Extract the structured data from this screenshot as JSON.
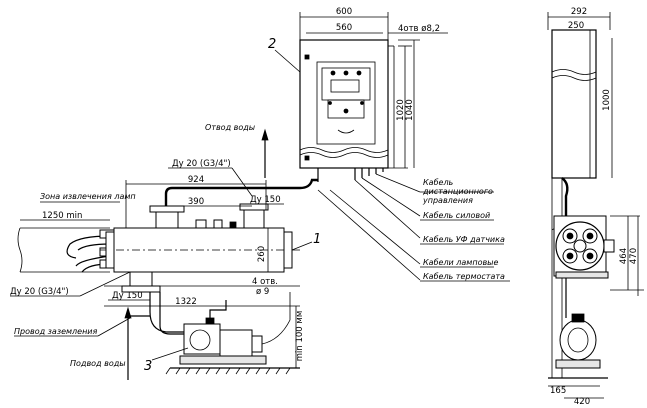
{
  "dimensions": {
    "cabinet_width_outer": "600",
    "cabinet_width_inner": "560",
    "mount_holes": "4отв ø8,2",
    "cabinet_height_inner": "1020",
    "cabinet_height_outer": "1040",
    "side_depth_outer": "292",
    "side_depth_inner": "250",
    "side_height": "1000",
    "lamp_zone_length": "1250 min",
    "reactor_length": "924",
    "inlet_offset": "390",
    "reactor_height": "260",
    "base_holes_count": "4 отв.",
    "base_holes_diameter": "ø 9",
    "base_length": "1322",
    "pump_clearance": "min 100 мм",
    "side_height_464": "464",
    "side_height_470": "470",
    "side_base_165": "165",
    "side_base_420": "420"
  },
  "pipes": {
    "outlet_size": "Ду 20 (G3/4\")",
    "inlet_size": "Ду 20 (G3/4\")",
    "flange_top": "Ду 150",
    "flange_bottom": "Ду 150"
  },
  "labels": {
    "lamp_removal_zone": "Зона извлечения ламп",
    "water_outlet": "Отвод воды",
    "water_inlet": "Подвод воды",
    "grounding_wire": "Провод заземления",
    "remote_control_cable_1": "Кабель",
    "remote_control_cable_2": "дистанционного",
    "remote_control_cable_3": "управления",
    "power_cable": "Кабель силовой",
    "uv_sensor_cable": "Кабель УФ датчика",
    "lamp_cables": "Кабели ламповые",
    "thermostat_cable": "Кабель термостата"
  },
  "callouts": {
    "reactor": "1",
    "control_cabinet": "2",
    "pump": "3"
  }
}
